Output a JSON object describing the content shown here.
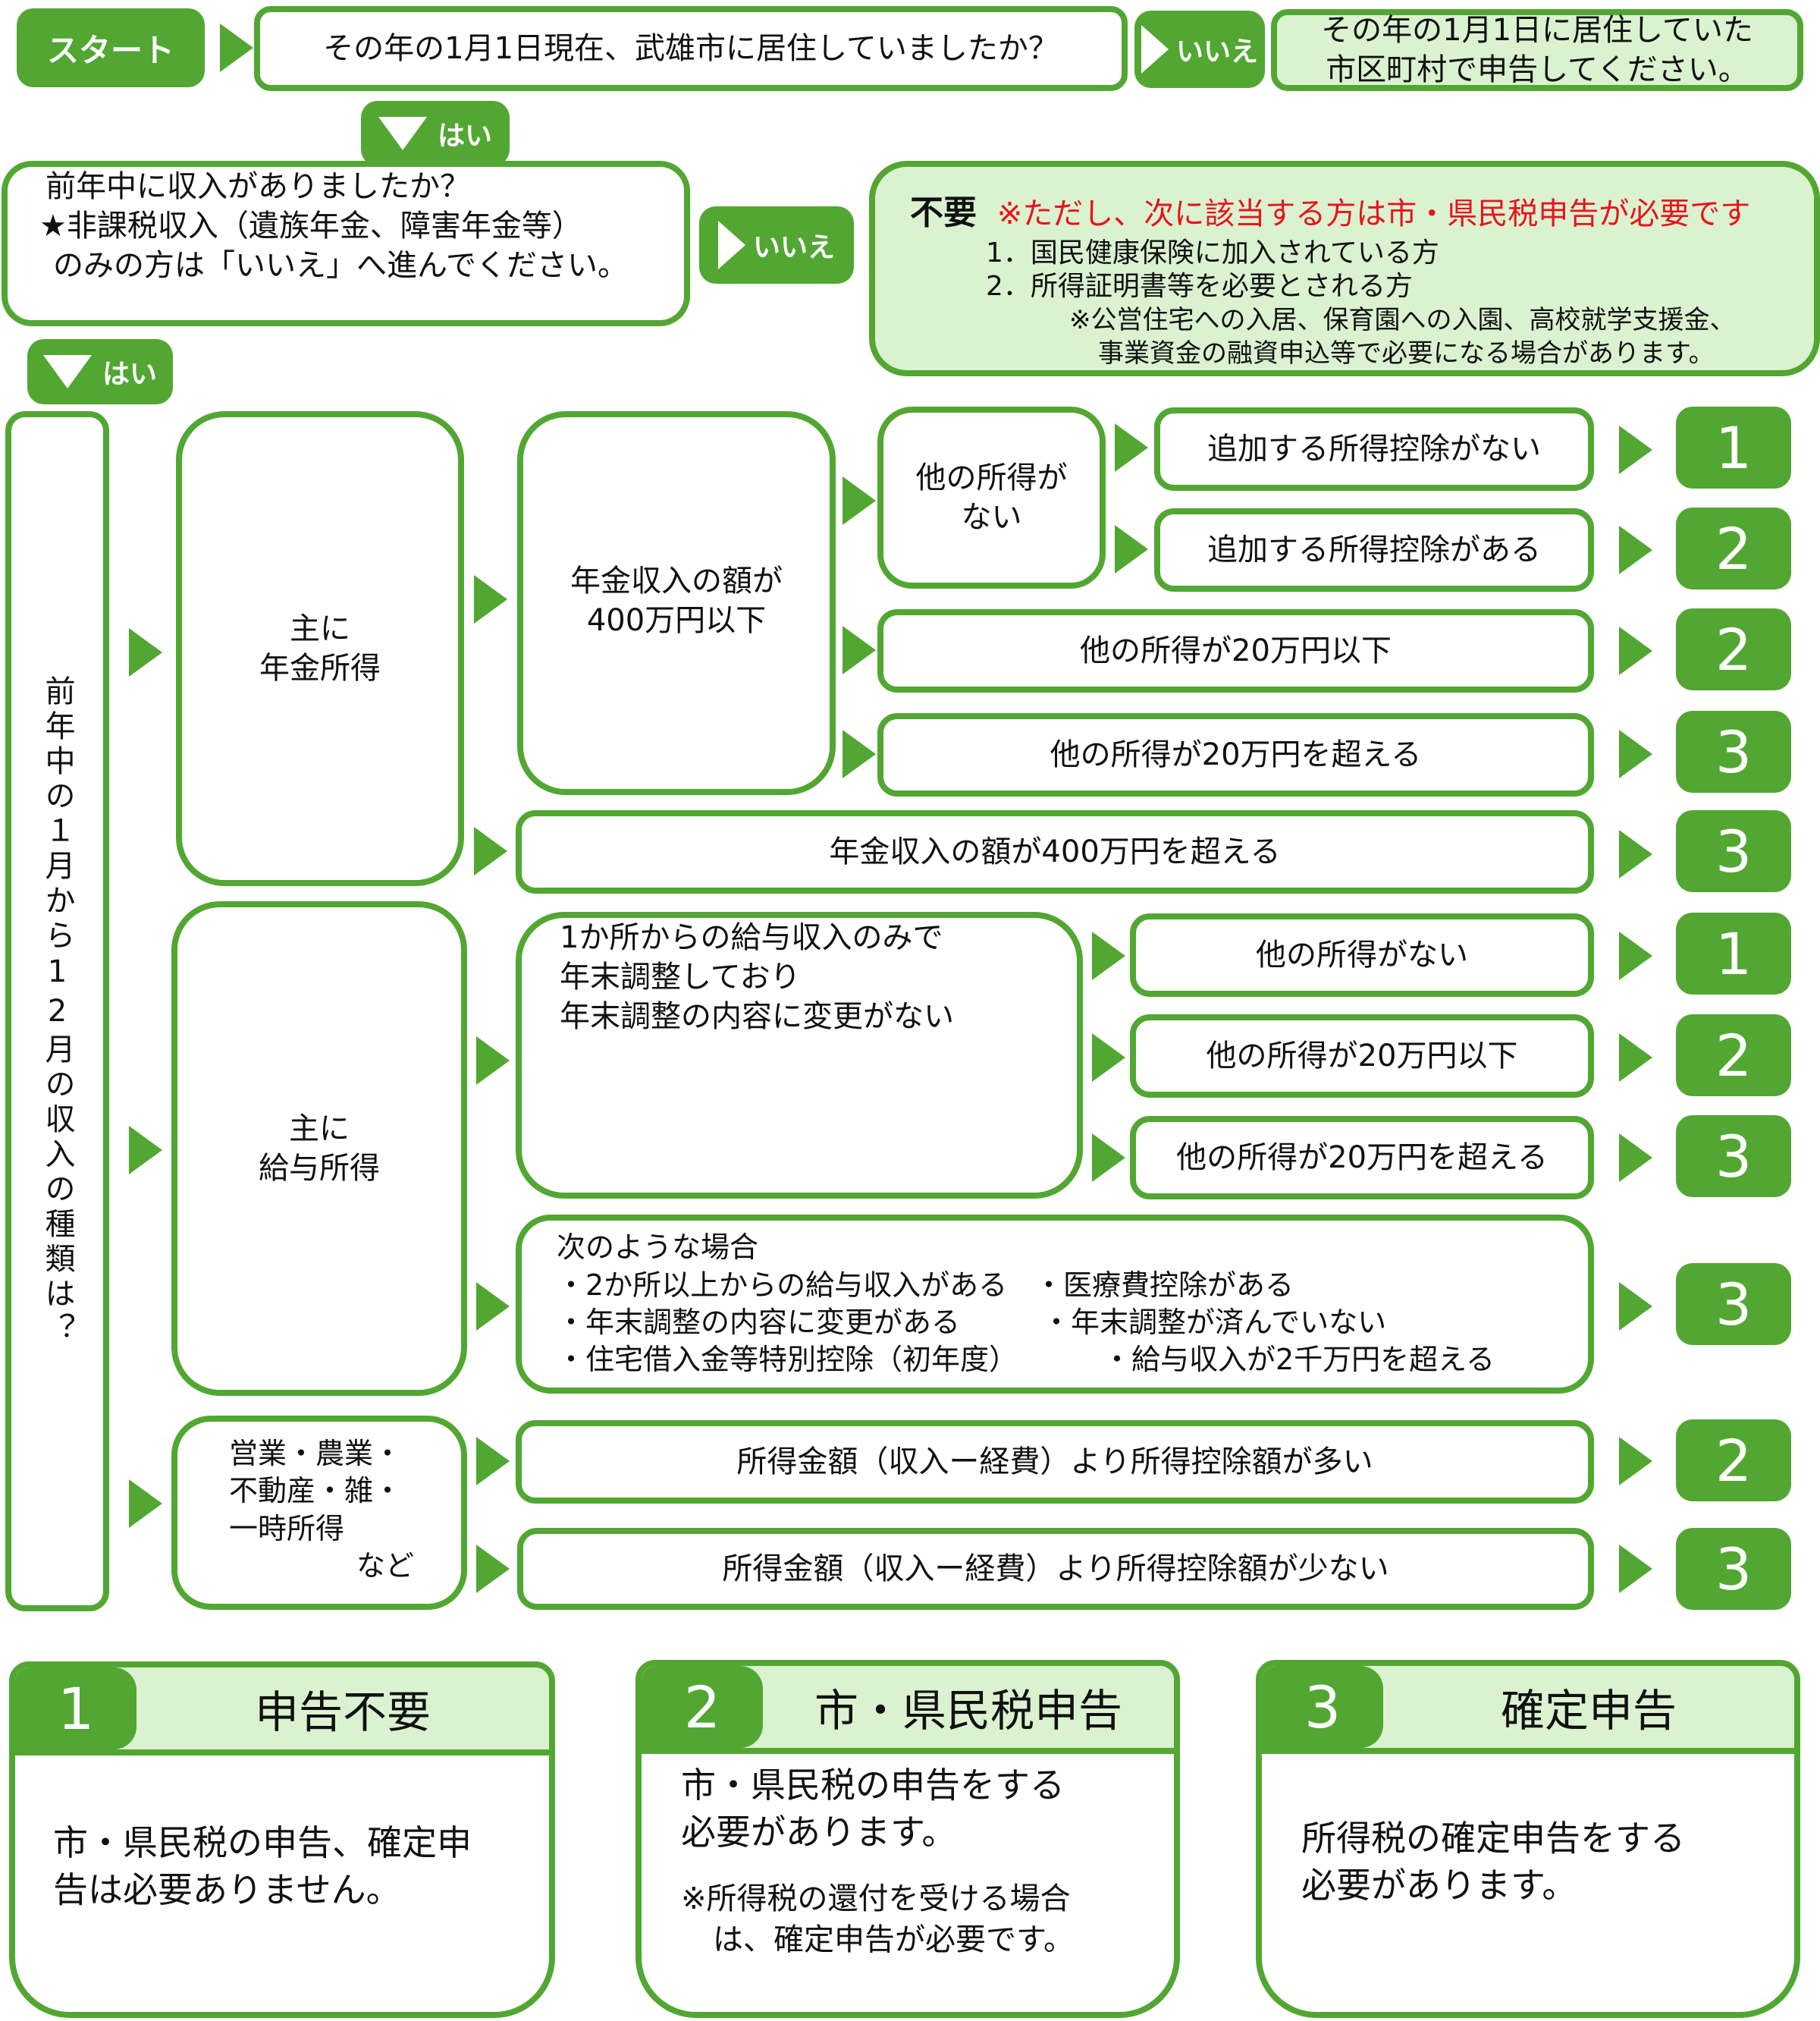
{
  "colors": {
    "accent": "#52a732",
    "light_fill": "#daf2d0",
    "warning_text": "#e8141c"
  },
  "start": {
    "label": "スタート"
  },
  "q1": {
    "text": "その年の1月1日現在、武雄市に居住していましたか？",
    "yes_label": "はい",
    "no_label": "いいえ",
    "no_result": [
      "その年の1月1日に居住していた",
      "市区町村で申告してください。"
    ]
  },
  "q2": {
    "lines": [
      "前年中に収入がありましたか？",
      "★非課税収入（遺族年金、障害年金等）",
      "のみの方は「いいえ」へ進んでください。"
    ],
    "yes_label": "はい",
    "no_label": "いいえ",
    "no_result": {
      "heading": "不要",
      "note": "※ただし、次に該当する方は市・県民税申告が必要です",
      "items": [
        "1．国民健康保険に加入されている方",
        "2．所得証明書等を必要とされる方"
      ],
      "sub_note": [
        "※公営住宅への入居、保育園への入園、高校就学支援金、",
        "事業資金の融資申込等で必要になる場合があります。"
      ]
    }
  },
  "income_type_question": "前年中の１月から12月の収入の種類は？",
  "pension": {
    "label": [
      "主に",
      "年金所得"
    ],
    "under_400": [
      "年金収入の額が",
      "400万円以下"
    ],
    "no_other_income": [
      "他の所得が",
      "ない"
    ],
    "rows": [
      {
        "text": "追加する所得控除がない",
        "result": "1"
      },
      {
        "text": "追加する所得控除がある",
        "result": "2"
      },
      {
        "text": "他の所得が20万円以下",
        "result": "2"
      },
      {
        "text": "他の所得が20万円を超える",
        "result": "3"
      },
      {
        "text": "年金収入の額が400万円を超える",
        "result": "3"
      }
    ]
  },
  "salary": {
    "label": [
      "主に",
      "給与所得"
    ],
    "single_employer": [
      "1か所からの給与収入のみで",
      "年末調整しており",
      "年末調整の内容に変更がない"
    ],
    "rows": [
      {
        "text": "他の所得がない",
        "result": "1"
      },
      {
        "text": "他の所得が20万円以下",
        "result": "2"
      },
      {
        "text": "他の所得が20万円を超える",
        "result": "3"
      }
    ],
    "other_cases": {
      "title": "次のような場合",
      "lines": [
        [
          "・2か所以上からの給与収入がある",
          "・医療費控除がある"
        ],
        [
          "・年末調整の内容に変更がある",
          "・年末調整が済んでいない"
        ],
        [
          "・住宅借入金等特別控除（初年度）",
          "・給与収入が2千万円を超える"
        ]
      ],
      "result": "3"
    }
  },
  "business": {
    "label": [
      "営業・農業・",
      "不動産・雑・",
      "一時所得",
      "など"
    ],
    "rows": [
      {
        "text": "所得金額（収入ー経費）より所得控除額が多い",
        "result": "2"
      },
      {
        "text": "所得金額（収入ー経費）より所得控除額が少ない",
        "result": "3"
      }
    ]
  },
  "outcomes": [
    {
      "number": "1",
      "title": "申告不要",
      "body": [
        "市・県民税の申告、確定申",
        "告は必要ありません。"
      ]
    },
    {
      "number": "2",
      "title": "市・県民税申告",
      "body": [
        "市・県民税の申告をする",
        "必要があります。"
      ],
      "note": [
        "※所得税の還付を受ける場合",
        "は、確定申告が必要です。"
      ]
    },
    {
      "number": "3",
      "title": "確定申告",
      "body": [
        "所得税の確定申告をする",
        "必要があります。"
      ]
    }
  ]
}
